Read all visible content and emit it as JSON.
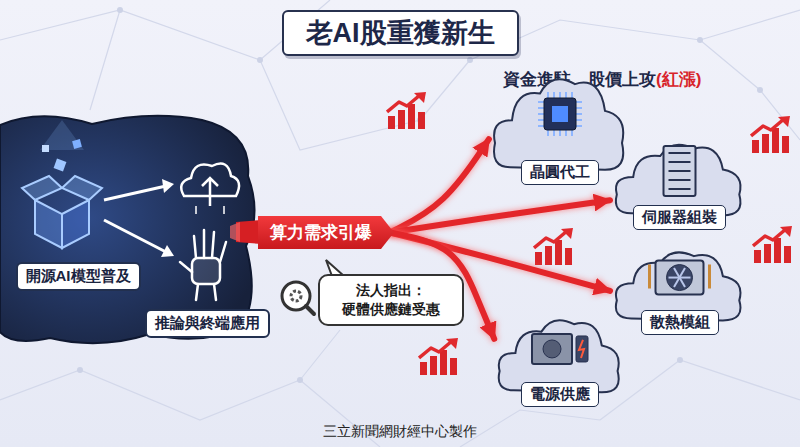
{
  "diagram": {
    "title": "老AI股重獲新生",
    "caption": "三立新聞網財經中心製作",
    "nodes": [
      {
        "text": [
          "開源AI模型普及"
        ]
      },
      {
        "text": [
          "推論與終端應用"
        ]
      },
      {
        "text": [
          "算力需求引爆"
        ]
      },
      {
        "text": [
          "法人指出： 硬體供應鏈受惠"
        ]
      },
      {
        "text": [
          "晶圓代工"
        ]
      },
      {
        "text": [
          "伺服器組裝"
        ]
      },
      {
        "text": [
          "散熱模組"
        ]
      },
      {
        "text": [
          "電源供應"
        ]
      }
    ],
    "edges": [
      {
        "from": 2,
        "to": 4,
        "arrow": "to"
      },
      {
        "from": 2,
        "to": 5,
        "arrow": "to"
      },
      {
        "from": 2,
        "to": 6,
        "arrow": "to"
      },
      {
        "from": 2,
        "to": 7,
        "arrow": "to"
      }
    ],
    "labels": [
      "資金進駐，股價上攻",
      "(紅漲)"
    ]
  }
}
